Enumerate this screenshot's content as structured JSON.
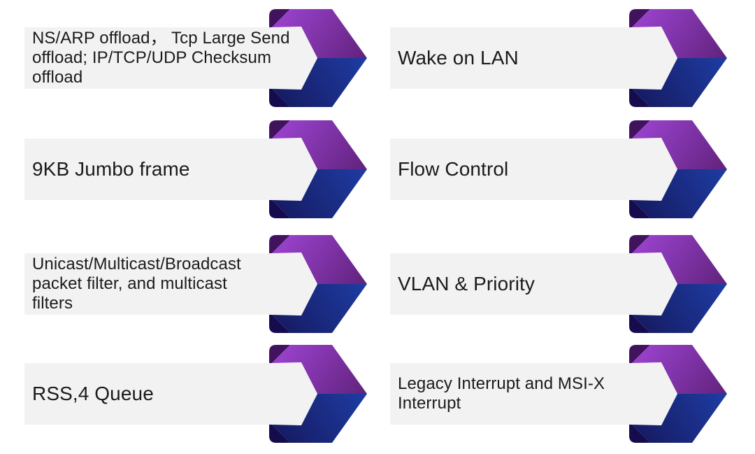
{
  "colors": {
    "background": "#ffffff",
    "bar_background": "#f2f2f2",
    "text": "#1b1b1b",
    "arrow_purple_gradient_start": "#9640c8",
    "arrow_purple_gradient_end": "#5e2178",
    "arrow_blue_gradient_start": "#161b63",
    "arrow_blue_gradient_end": "#1e3ea6",
    "arrow_fold_top": "#41135f",
    "arrow_fold_bottom": "#150b4d"
  },
  "items": [
    {
      "id": "ns-arp-offload",
      "label": "NS/ARP offload， Tcp Large Send\noffload; IP/TCP/UDP Checksum\noffload"
    },
    {
      "id": "wake-on-lan",
      "label": "Wake on LAN"
    },
    {
      "id": "jumbo-frame",
      "label": "9KB Jumbo frame"
    },
    {
      "id": "flow-control",
      "label": "Flow Control"
    },
    {
      "id": "packet-filter",
      "label": "Unicast/Multicast/Broadcast\npacket filter, and multicast\nfilters"
    },
    {
      "id": "vlan-priority",
      "label": "VLAN & Priority"
    },
    {
      "id": "rss-queue",
      "label": "RSS,4 Queue"
    },
    {
      "id": "msi-interrupt",
      "label": "Legacy Interrupt and MSI-X\nInterrupt"
    }
  ]
}
